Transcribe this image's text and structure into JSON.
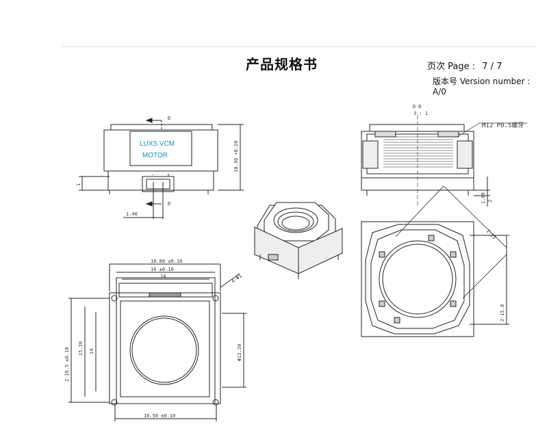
{
  "header": {
    "title": "产品规格书",
    "page_label": "页次 Page :",
    "page_value": "7 / 7",
    "version_label": "版本号 Version number :",
    "version_value": "A/0"
  },
  "front_view": {
    "logo_line1": "LUXS VCM",
    "logo_line2": "MOTOR",
    "section_mark_top": "D",
    "section_mark_bottom": "D",
    "height_dim": "10.30 +0.20",
    "lead_dim": "1.40",
    "pin_minus": "-",
    "pin_plus": "+",
    "left_dim": "1"
  },
  "section_view": {
    "section_label": "D-D",
    "scale_label": "3 : 1",
    "thread_label": "M12 P0.5螺牙",
    "bottom_dim": "1.00",
    "bottom_dim_sub": "2"
  },
  "top_view": {
    "width_dim": "16.80 ±0.10",
    "inner_width_dim": "16 ±0.10",
    "frame_dim": "14",
    "hole_dim": "4-Φ1",
    "height_dim": "2-16.5 ±0.10",
    "inner_height_dim": "15.20",
    "frame_height_dim": "14",
    "bore_dim": "Φ12.20",
    "bottom_width_dim": "16.50 ±0.10"
  },
  "bottom_view": {
    "diag_dim": "2-15",
    "height_dim": "2-15.8"
  }
}
